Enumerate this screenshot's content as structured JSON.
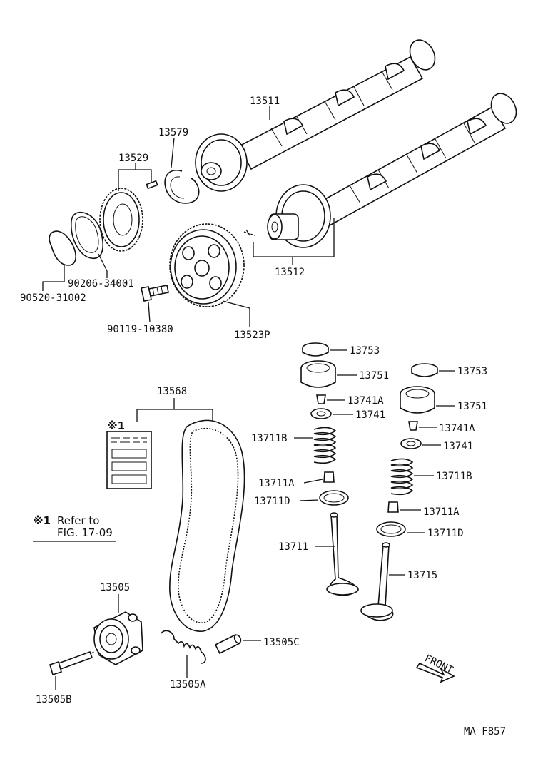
{
  "parts": {
    "camshaft_exhaust": "13511",
    "camshaft_intake": "13512",
    "cam_gear": "13529",
    "snap_ring": "13579",
    "plate_washer": "90206-34001",
    "snap_ring_small": "90520-31002",
    "bolt": "90119-10380",
    "pulley": "13523P",
    "shim_a": "13753",
    "lifter_a": "13751",
    "keeper_a": "13741A",
    "retainer_a": "13741",
    "spring_a": "13711B",
    "seat_a": "13711A",
    "seal_a": "13711D",
    "valve_intake": "13711",
    "shim_b": "13753",
    "lifter_b": "13751",
    "keeper_b": "13741A",
    "retainer_b": "13741",
    "spring_b": "13711B",
    "seat_b": "13711A",
    "seal_b": "13711D",
    "valve_exhaust": "13715",
    "timing_belt": "13568",
    "tensioner": "13505",
    "tensioner_spring": "13505A",
    "tensioner_bolt": "13505B",
    "tensioner_pin": "13505C"
  },
  "note": {
    "marker": "※1",
    "line1": "Refer to",
    "line2": "FIG. 17-09"
  },
  "front_label": "FRONT",
  "figure_code": "MA F857"
}
